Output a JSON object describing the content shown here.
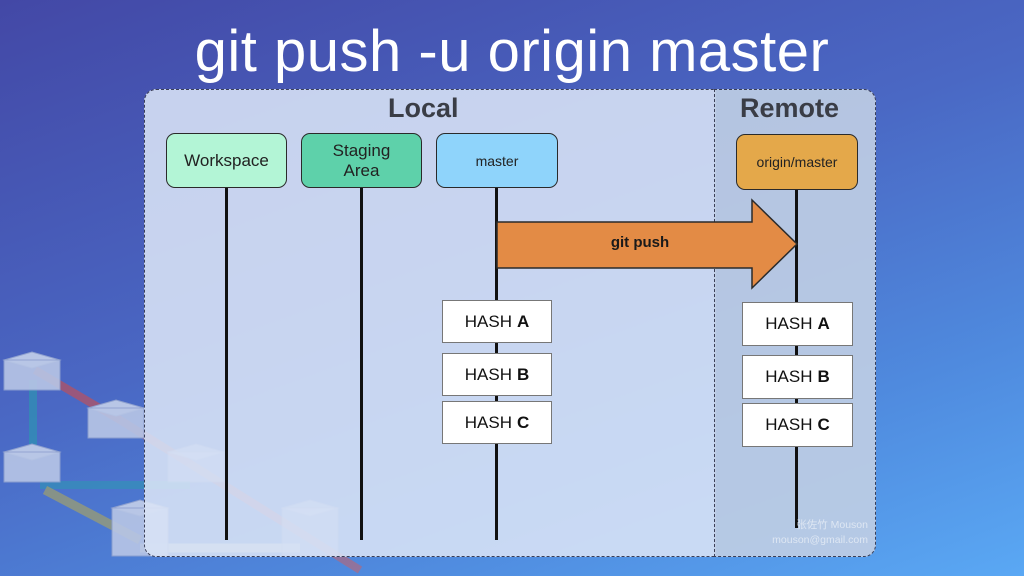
{
  "title": "git push -u origin master",
  "panels": {
    "local": {
      "label": "Local"
    },
    "remote": {
      "label": "Remote"
    }
  },
  "nodes": {
    "workspace": {
      "label": "Workspace",
      "color": "#b3f5d6"
    },
    "staging": {
      "label_line1": "Staging",
      "label_line2": "Area",
      "color": "#5ed1aa"
    },
    "master": {
      "label": "master",
      "color": "#8fd4fb"
    },
    "origin_master": {
      "label": "origin/master",
      "color": "#e4a84a"
    }
  },
  "arrow": {
    "label": "git push",
    "color": "#e38b45"
  },
  "local_commits": [
    {
      "prefix": "HASH",
      "id": "A"
    },
    {
      "prefix": "HASH",
      "id": "B"
    },
    {
      "prefix": "HASH",
      "id": "C"
    }
  ],
  "remote_commits": [
    {
      "prefix": "HASH",
      "id": "A"
    },
    {
      "prefix": "HASH",
      "id": "B"
    },
    {
      "prefix": "HASH",
      "id": "C"
    }
  ],
  "watermark": {
    "line1": "张佐竹 Mouson",
    "line2": "mouson@gmail.com"
  }
}
